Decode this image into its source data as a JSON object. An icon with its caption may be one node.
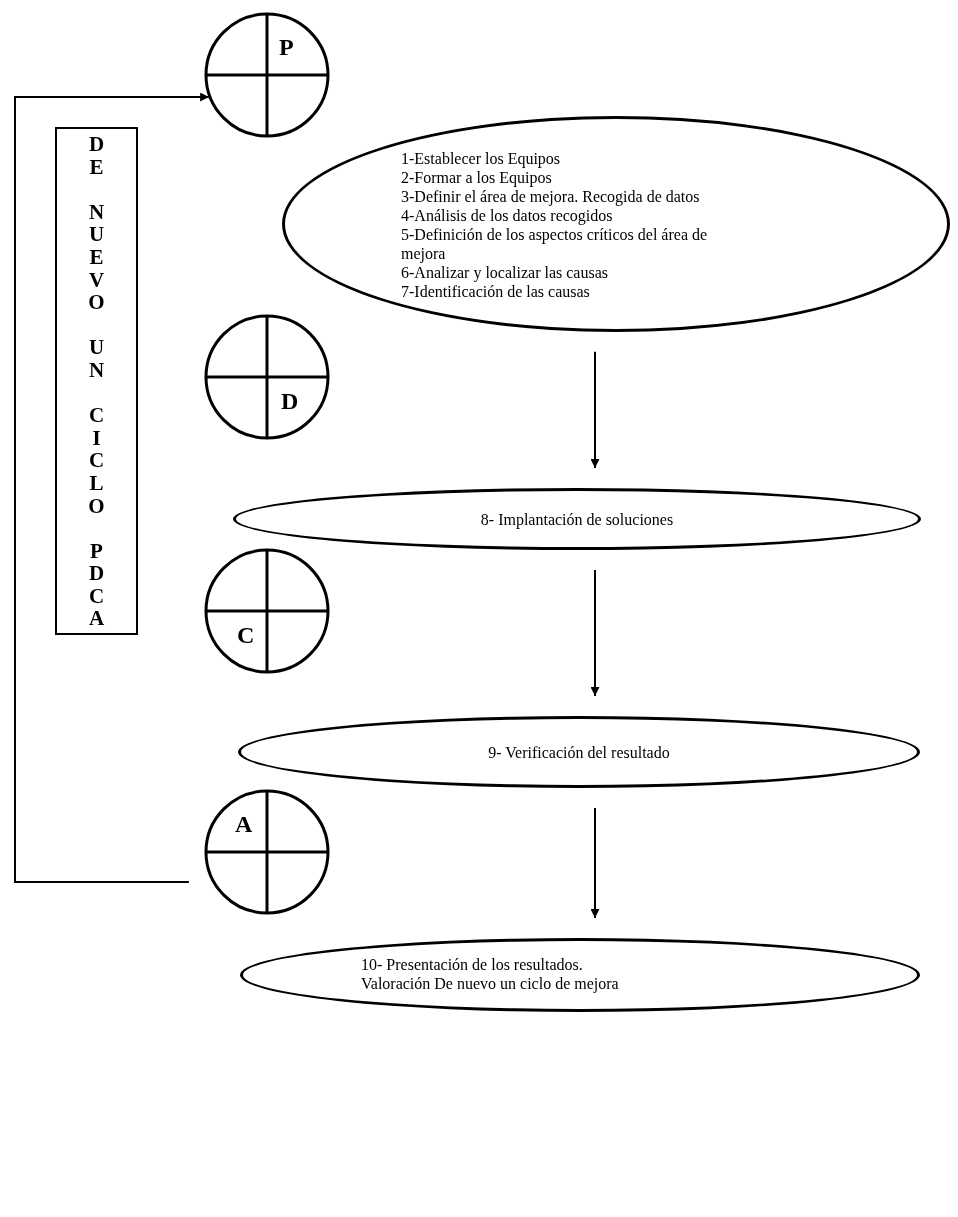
{
  "diagram": {
    "nodes": [
      {
        "text": [
          "P"
        ]
      },
      {
        "text": [
          "DE NUEVO UN CICLO PDCA"
        ]
      },
      {
        "text": [
          "1-Establecer los Equipos",
          "2-Formar a los Equipos",
          "3-Definir el área de mejora. Recogida de datos",
          "4-Análisis de los datos recogidos",
          "5-Definición de los aspectos críticos del área de mejora",
          "6-Analizar y localizar las causas",
          "7-Identificación de las causas"
        ]
      },
      {
        "text": [
          "D"
        ]
      },
      {
        "text": [
          "8- Implantación de soluciones"
        ]
      },
      {
        "text": [
          "C"
        ]
      },
      {
        "text": [
          "9- Verificación del resultado"
        ]
      },
      {
        "text": [
          "A"
        ]
      },
      {
        "text": [
          "10- Presentación de los resultados. Valoración De nuevo un ciclo de mejora"
        ]
      }
    ],
    "edges": [
      {
        "from": 2,
        "to": 4,
        "arrow": "to"
      },
      {
        "from": 4,
        "to": 6,
        "arrow": "to"
      },
      {
        "from": 6,
        "to": 8,
        "arrow": "to"
      },
      {
        "from": 7,
        "to": 0,
        "arrow": "to"
      }
    ]
  }
}
